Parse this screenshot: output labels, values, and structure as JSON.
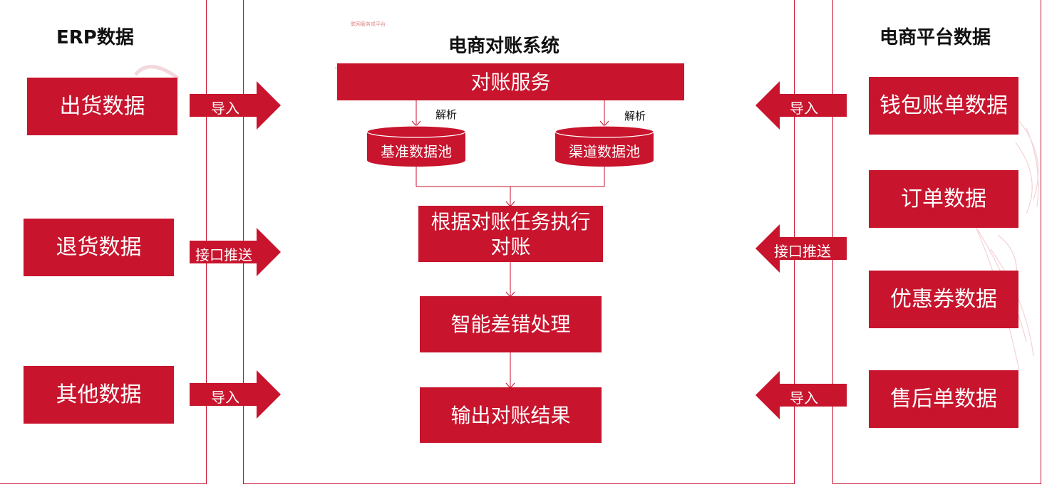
{
  "erp": {
    "title": "ERP数据",
    "items": [
      "出货数据",
      "退货数据",
      "其他数据"
    ]
  },
  "erp_arrows": [
    "导入",
    "接口推送",
    "导入"
  ],
  "system": {
    "title": "电商对账系统",
    "faint_text": "联网服务成平台",
    "service": "对账服务",
    "parse_left": "解析",
    "parse_right": "解析",
    "pool_left": "基准数据池",
    "pool_right": "渠道数据池",
    "execute": "根据对账任务执行对账",
    "smart": "智能差错处理",
    "output": "输出对账结果"
  },
  "platform": {
    "title": "电商平台数据",
    "items": [
      "钱包账单数据",
      "订单数据",
      "优惠券数据",
      "售后单数据"
    ]
  },
  "platform_arrows": [
    "导入",
    "接口推送",
    "导入"
  ],
  "colors": {
    "accent": "#c8142d",
    "line": "#c8102e"
  }
}
